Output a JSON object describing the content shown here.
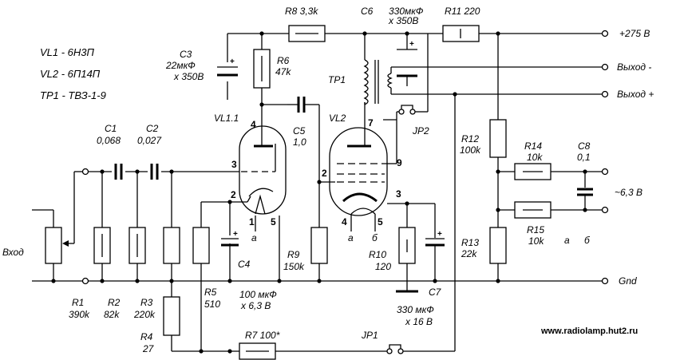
{
  "notes": {
    "vl1": "VL1 - 6Н3П",
    "vl2": "VL2 - 6П14П",
    "tp1": "TP1 - ТВЗ-1-9"
  },
  "outputs": {
    "plus275": "+275 В",
    "out_minus": "Выход -",
    "out_plus": "Выход +",
    "heater": "~6,3 В",
    "gnd": "Gnd",
    "input": "Вход"
  },
  "components": {
    "r1": [
      "R1",
      "390k"
    ],
    "r2": [
      "R2",
      "82k"
    ],
    "r3": [
      "R3",
      "220k"
    ],
    "r4": [
      "R4",
      "27"
    ],
    "r5": [
      "R5",
      "510"
    ],
    "r6": [
      "R6",
      "47k"
    ],
    "r7": "R7 100*",
    "r8": "R8 3,3k",
    "r9": [
      "R9",
      "150k"
    ],
    "r10": [
      "R10",
      "120"
    ],
    "r11": "R11 220",
    "r12": [
      "R12",
      "100k"
    ],
    "r13": [
      "R13",
      "22k"
    ],
    "r14": [
      "R14",
      "10k"
    ],
    "r15": [
      "R15",
      "10k"
    ],
    "c1": [
      "C1",
      "0,068"
    ],
    "c2": [
      "C2",
      "0,027"
    ],
    "c3": [
      "C3",
      "22мкФ",
      "x 350В"
    ],
    "c4": "C4",
    "c4v": [
      "100 мкФ",
      "x 6,3 В"
    ],
    "c5": [
      "C5",
      "1,0"
    ],
    "c6": [
      "C6",
      "330мкФ",
      "x 350В"
    ],
    "c7": "C7",
    "c7v": [
      "330 мкФ",
      "x 16 В"
    ],
    "c8": [
      "C8",
      "0,1"
    ],
    "vl11": "VL1.1",
    "vl2": "VL2",
    "tp1": "TP1",
    "jp1": "JP1",
    "jp2": "JP2"
  },
  "pins": {
    "vl1": [
      "4",
      "3",
      "2",
      "1",
      "5",
      "а"
    ],
    "vl2": [
      "7",
      "2",
      "9",
      "3",
      "4",
      "5",
      "а",
      "б"
    ],
    "heater": [
      "а",
      "б"
    ]
  },
  "footer": {
    "url": "www.radiolamp.hut2.ru"
  }
}
